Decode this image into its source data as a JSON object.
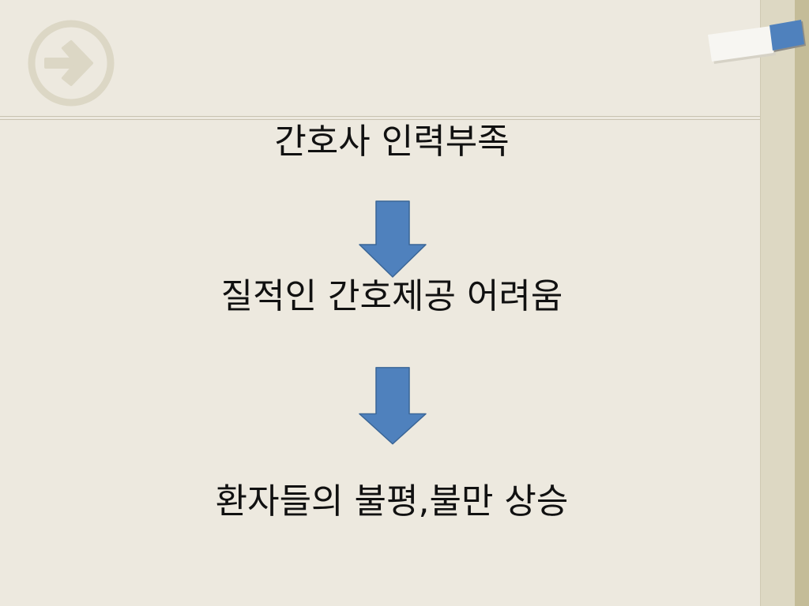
{
  "flow": {
    "steps": [
      "간호사 인력부족",
      "질적인 간호제공 어려움",
      "환자들의 불평,불만 상승"
    ]
  },
  "icons": {
    "nav": "circle-arrow-right-icon",
    "tag": "paper-tag-icon",
    "connector": "arrow-down-icon"
  },
  "colors": {
    "background": "#ede9df",
    "arrow_fill": "#4f81bd",
    "arrow_stroke": "#3a6596",
    "side_panel": "#ddd8c3",
    "side_strip": "#c4bc98",
    "tag_accent": "#4f81bd"
  }
}
